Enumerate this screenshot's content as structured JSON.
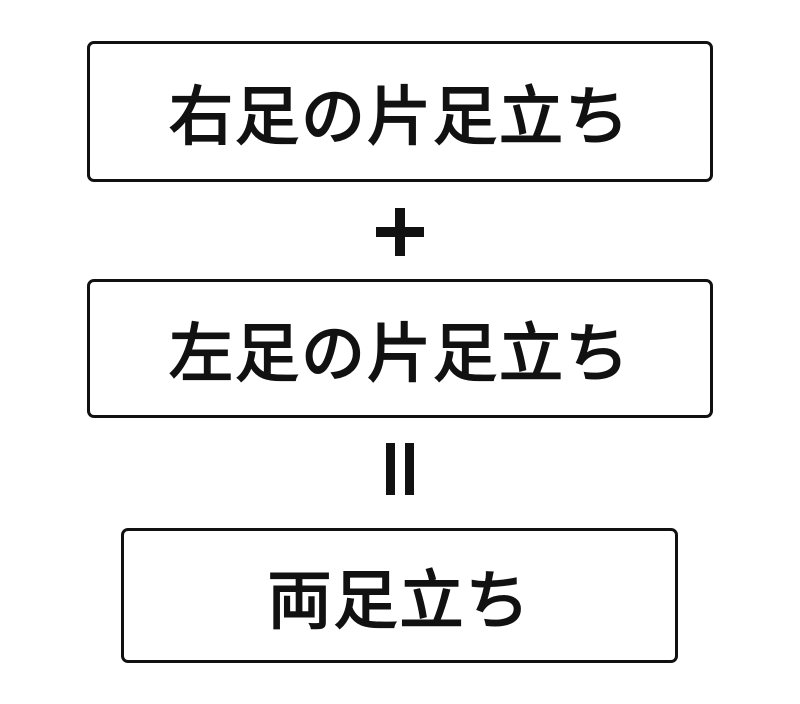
{
  "boxes": {
    "right": "右足の片足立ち",
    "left": "左足の片足立ち",
    "both": "両足立ち"
  },
  "operators": {
    "plus": "＋",
    "equals": "＝"
  },
  "colors": {
    "stroke": "#111111",
    "background": "#ffffff"
  }
}
